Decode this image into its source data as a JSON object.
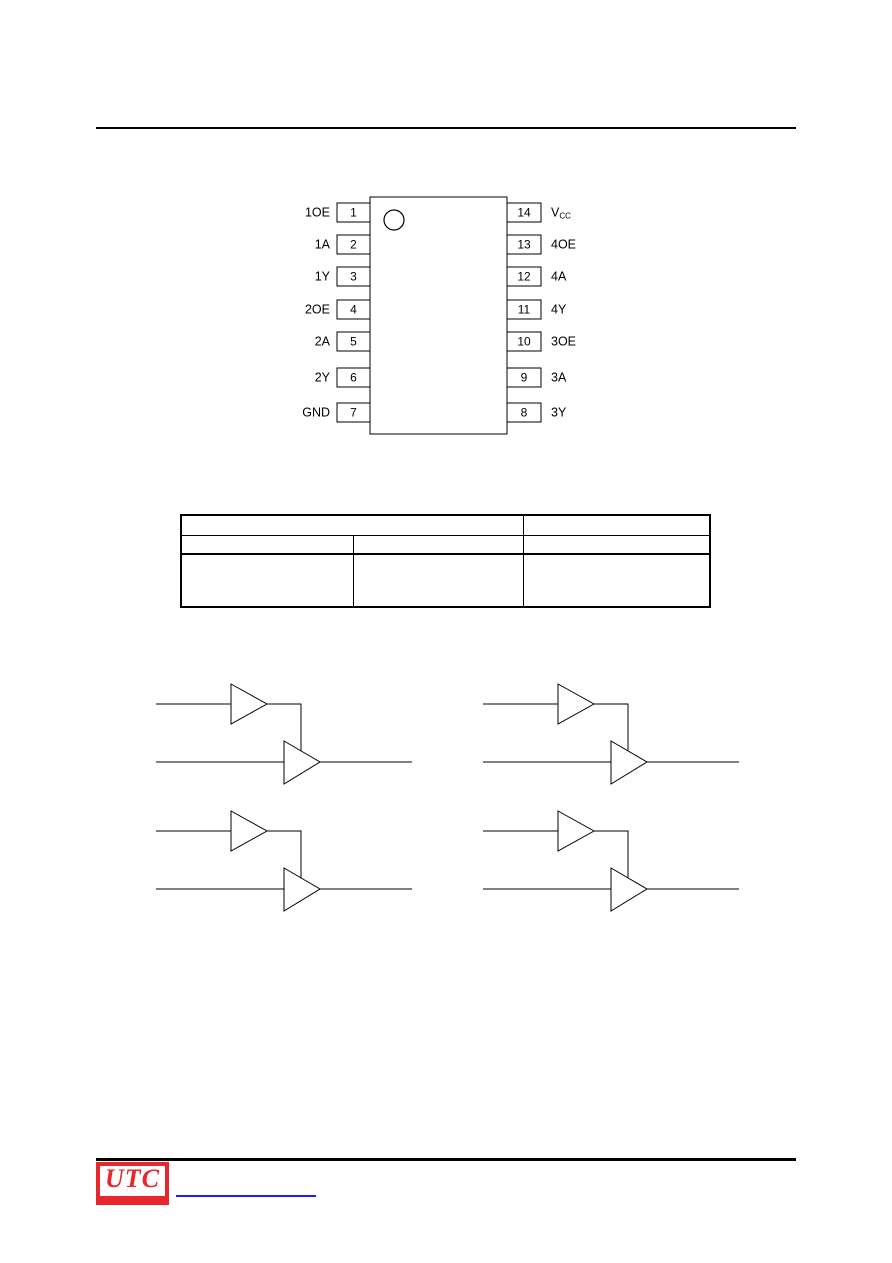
{
  "package": {
    "left_pins": [
      {
        "name": "1OE",
        "num": "1"
      },
      {
        "name": "1A",
        "num": "2"
      },
      {
        "name": "1Y",
        "num": "3"
      },
      {
        "name": "2OE",
        "num": "4"
      },
      {
        "name": "2A",
        "num": "5"
      },
      {
        "name": "2Y",
        "num": "6"
      },
      {
        "name": "GND",
        "num": "7"
      }
    ],
    "right_pins": [
      {
        "name": "V",
        "sub": "CC",
        "num": "14"
      },
      {
        "name": "4OE",
        "num": "13"
      },
      {
        "name": "4A",
        "num": "12"
      },
      {
        "name": "4Y",
        "num": "11"
      },
      {
        "name": "3OE",
        "num": "10"
      },
      {
        "name": "3A",
        "num": "9"
      },
      {
        "name": "3Y",
        "num": "8"
      }
    ]
  },
  "footer": {
    "logo_text": "UTC",
    "logo_color": "#e8262b",
    "link_color": "#1a1aff"
  }
}
